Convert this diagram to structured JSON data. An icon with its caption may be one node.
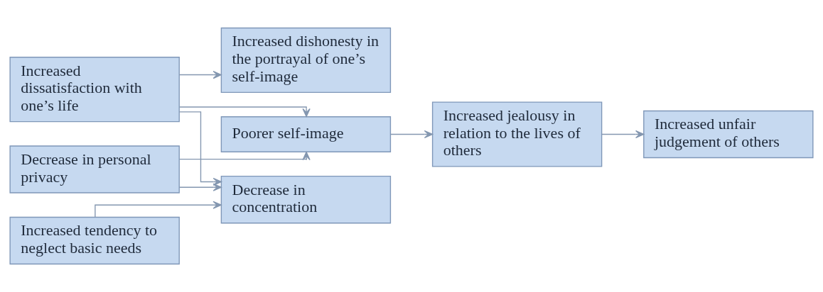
{
  "diagram": {
    "nodes": [
      {
        "text": [
          "Increased dissatisfaction with one’s life"
        ]
      },
      {
        "text": [
          "Increased dishonesty in the portrayal of one’s self-image"
        ]
      },
      {
        "text": [
          "Increased tendency to neglect basic needs"
        ]
      },
      {
        "text": [
          "Decrease in concentration"
        ]
      },
      {
        "text": [
          "Decrease in personal privacy"
        ]
      },
      {
        "text": [
          "Poorer self-image"
        ]
      },
      {
        "text": [
          "Increased jealousy in relation to the lives of others"
        ]
      },
      {
        "text": [
          "Increased unfair judgement of others"
        ]
      }
    ],
    "edges": [
      {
        "from": 0,
        "to": 3,
        "arrow": "to"
      },
      {
        "from": 0,
        "to": 1,
        "arrow": "to"
      },
      {
        "from": 2,
        "to": 3,
        "arrow": "to"
      },
      {
        "from": 0,
        "to": 5,
        "arrow": "to"
      },
      {
        "from": 4,
        "to": 5,
        "arrow": "to"
      },
      {
        "from": 5,
        "to": 6,
        "arrow": "to"
      },
      {
        "from": 6,
        "to": 7,
        "arrow": "to"
      },
      {
        "from": 4,
        "to": 3,
        "arrow": "to"
      }
    ]
  }
}
